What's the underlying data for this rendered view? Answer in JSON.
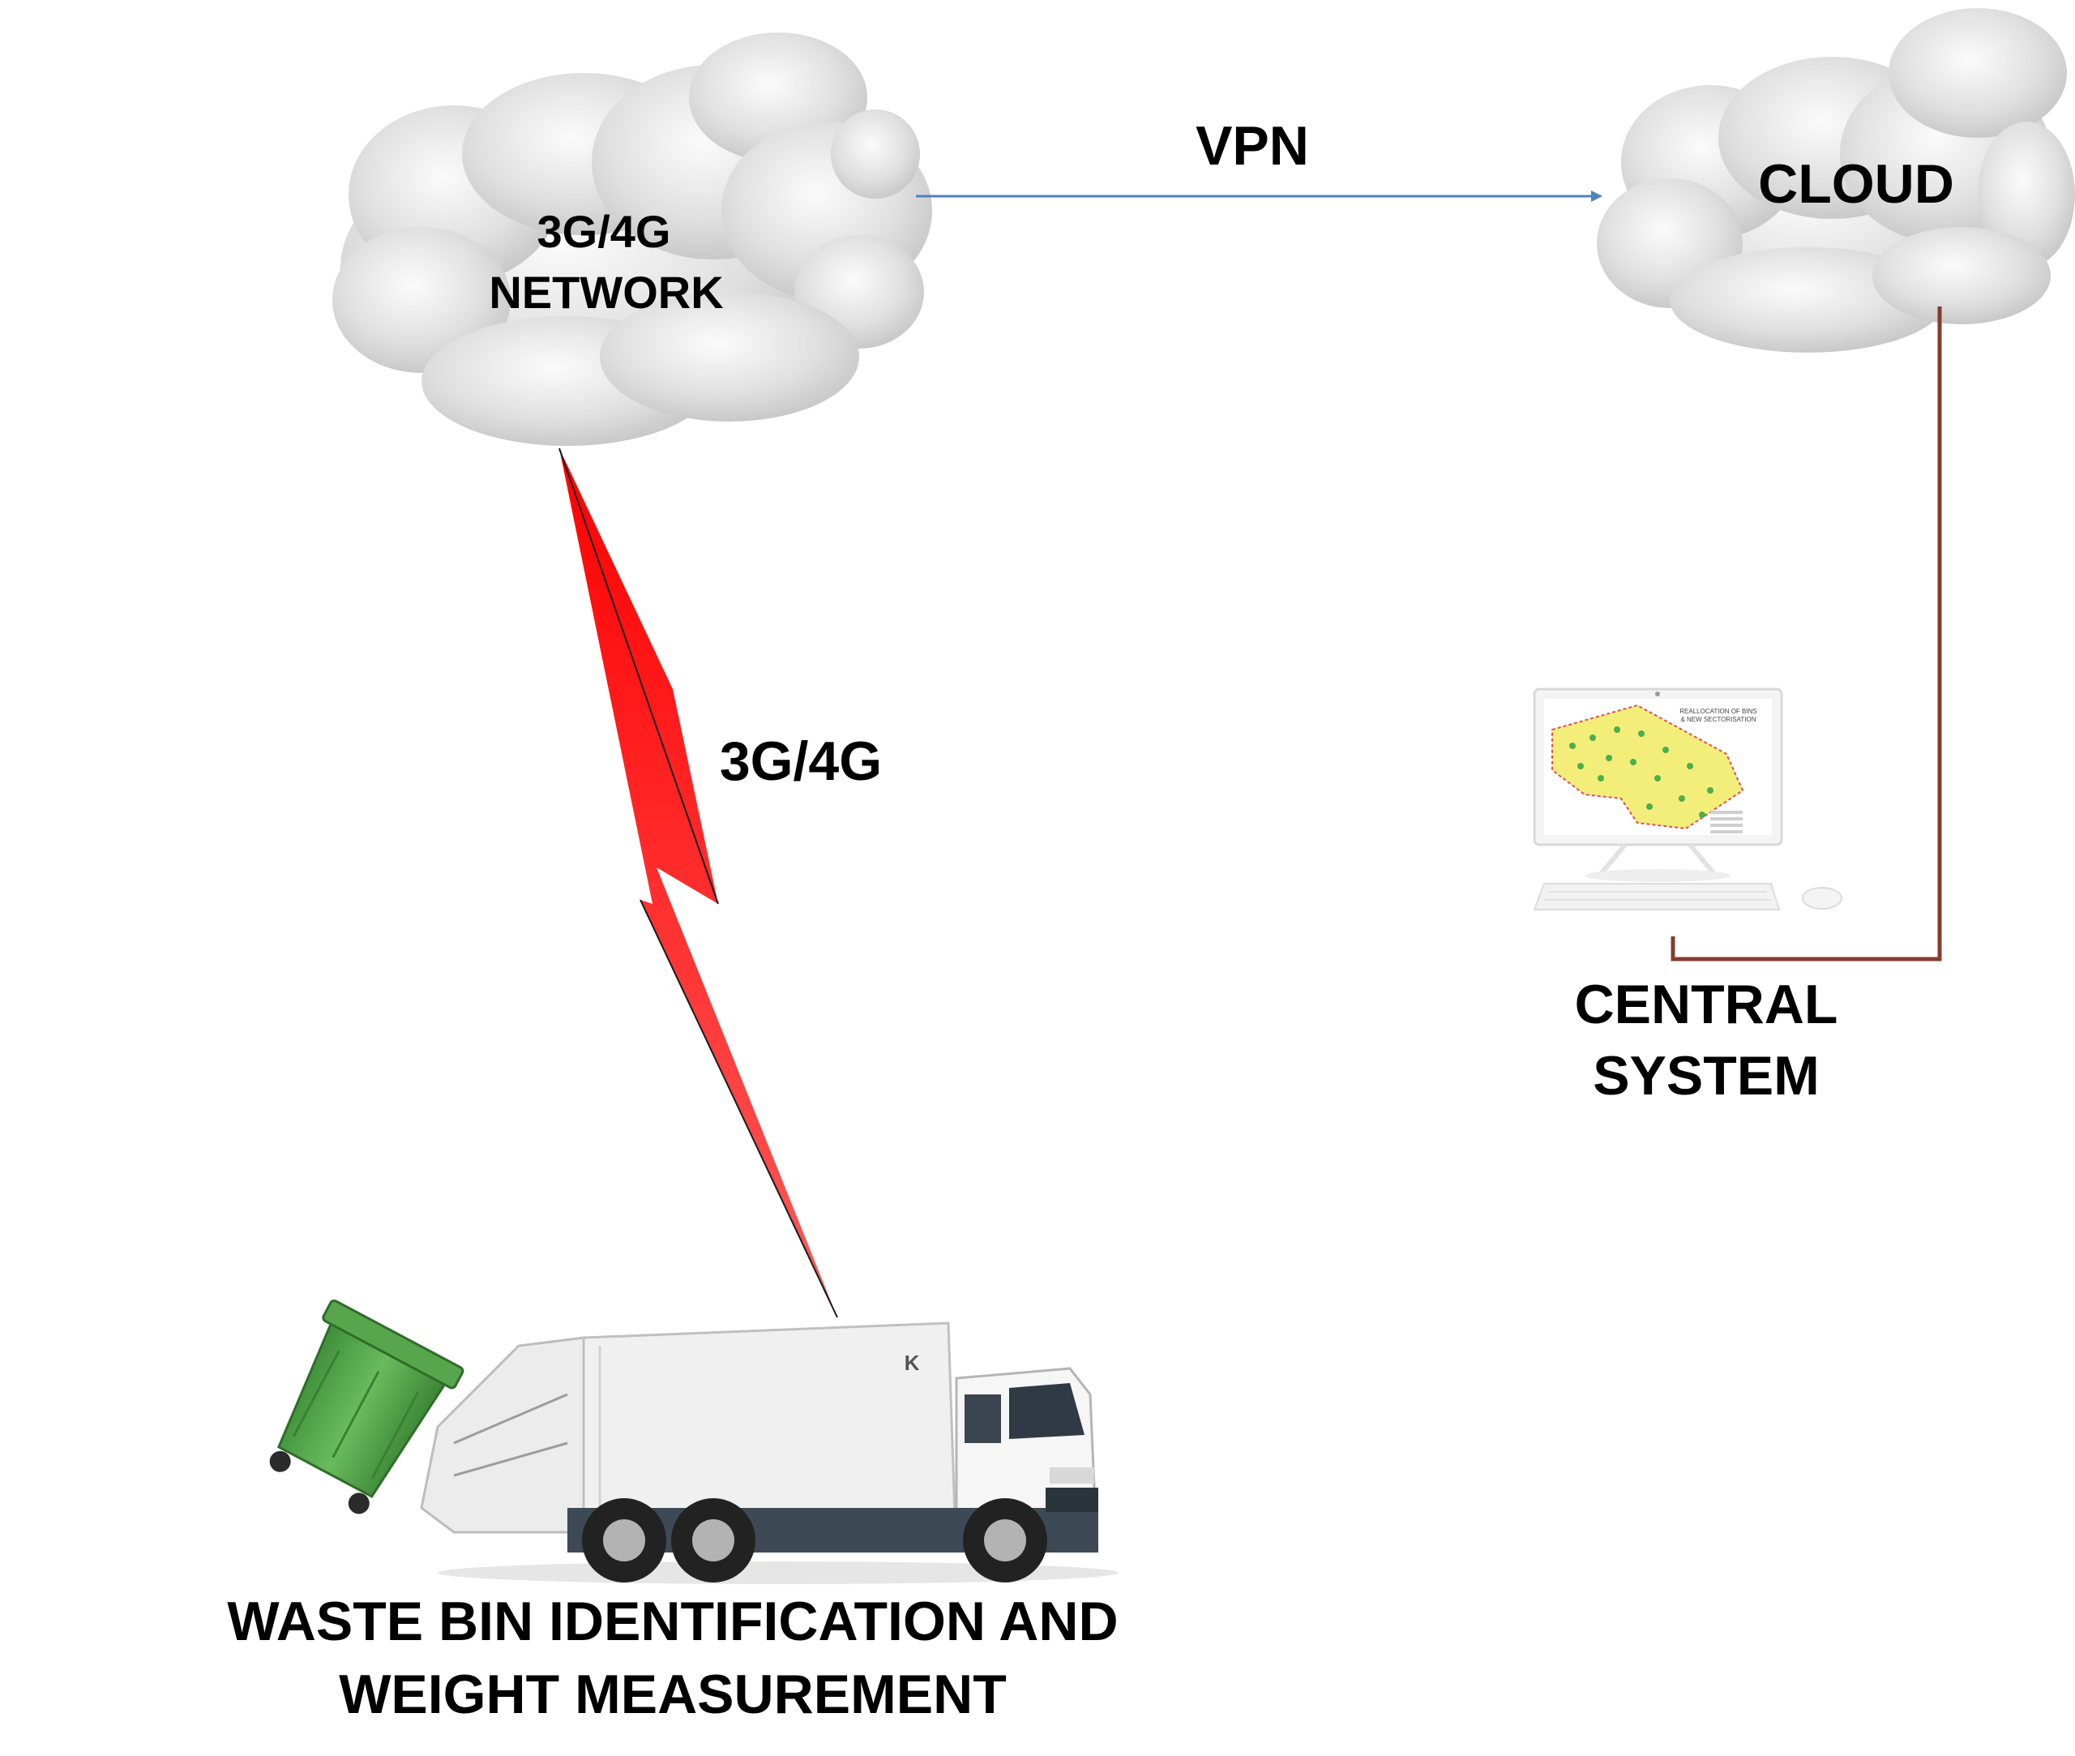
{
  "nodes": {
    "network_cloud": {
      "line1": "3G/4G",
      "line2": "NETWORK"
    },
    "cloud": {
      "label": "CLOUD"
    },
    "central_system": {
      "line1": "CENTRAL",
      "line2": "SYSTEM",
      "screen_title_1": "REALLOCATION OF BINS",
      "screen_title_2": "& NEW SECTORISATION"
    },
    "truck": {
      "line1": "WASTE BIN IDENTIFICATION AND",
      "line2": "WEIGHT MEASUREMENT",
      "logo": "K"
    }
  },
  "links": {
    "vpn": {
      "label": "VPN",
      "color": "#4f81bd"
    },
    "wireless": {
      "label": "3G/4G",
      "color": "#ff0000"
    },
    "wired": {
      "color": "#843c2f"
    }
  },
  "icons": [
    "cloud-icon",
    "lightning-bolt-icon",
    "computer-icon",
    "garbage-truck-icon",
    "waste-bin-icon"
  ]
}
